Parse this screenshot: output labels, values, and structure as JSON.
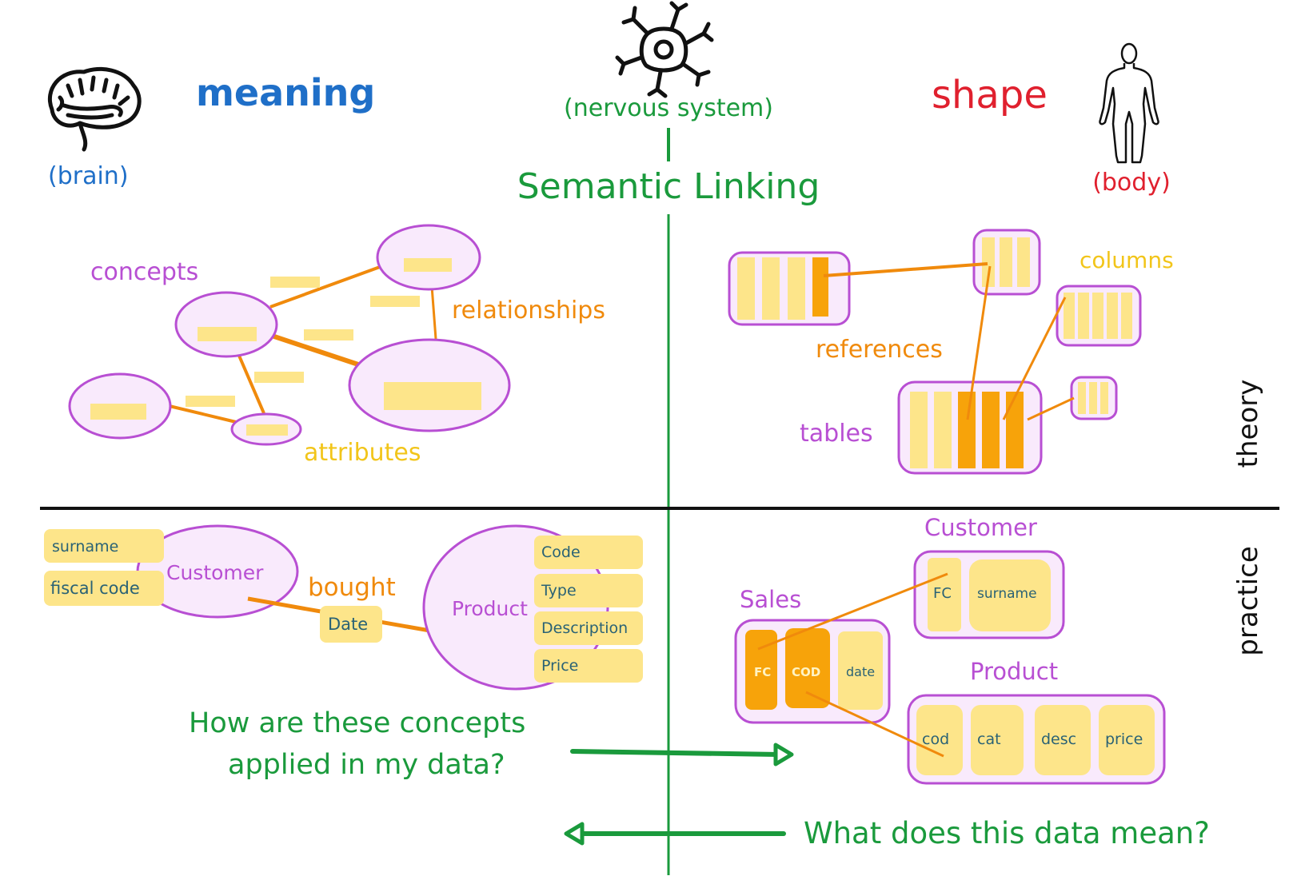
{
  "colors": {
    "meaning": "#1f6fc8",
    "shape": "#e0202e",
    "semantic": "#1a9a3c",
    "concept_stroke": "#b84fd3",
    "concept_fill": "#f9eafc",
    "attribute_fill": "#fde58a",
    "attribute_text_yellow": "#f2c51a",
    "relationship": "#f08a0c",
    "key_fill": "#f7a30a",
    "field_text": "#2a6275",
    "divider": "#111111"
  },
  "header": {
    "brain_icon": "brain-icon",
    "meaning_label": "meaning",
    "brain_caption": "(brain)",
    "neuron_icon": "neuron-icon",
    "nervous_caption": "(nervous system)",
    "title": "Semantic Linking",
    "shape_label": "shape",
    "body_icon": "human-body-icon",
    "body_caption": "(body)"
  },
  "side_labels": {
    "theory": "theory",
    "practice": "practice"
  },
  "theory_left": {
    "concepts": "concepts",
    "relationships": "relationships",
    "attributes": "attributes"
  },
  "theory_right": {
    "columns": "columns",
    "references": "references",
    "tables": "tables"
  },
  "practice_left": {
    "customer": {
      "name": "Customer",
      "attributes": [
        "surname",
        "fiscal code"
      ]
    },
    "relationship": {
      "name": "bought",
      "attribute": "Date"
    },
    "product": {
      "name": "Product",
      "attributes": [
        "Code",
        "Type",
        "Description",
        "Price"
      ]
    }
  },
  "practice_right": {
    "customer": {
      "name": "Customer",
      "columns": [
        "FC",
        "surname"
      ]
    },
    "sales": {
      "name": "Sales",
      "columns": [
        "FC",
        "COD",
        "date"
      ]
    },
    "product": {
      "name": "Product",
      "columns": [
        "cod",
        "cat",
        "desc",
        "price"
      ]
    }
  },
  "questions": {
    "to_data_line1": "How are these concepts",
    "to_data_line2": "applied in my data?",
    "to_meaning": "What does this data mean?"
  }
}
